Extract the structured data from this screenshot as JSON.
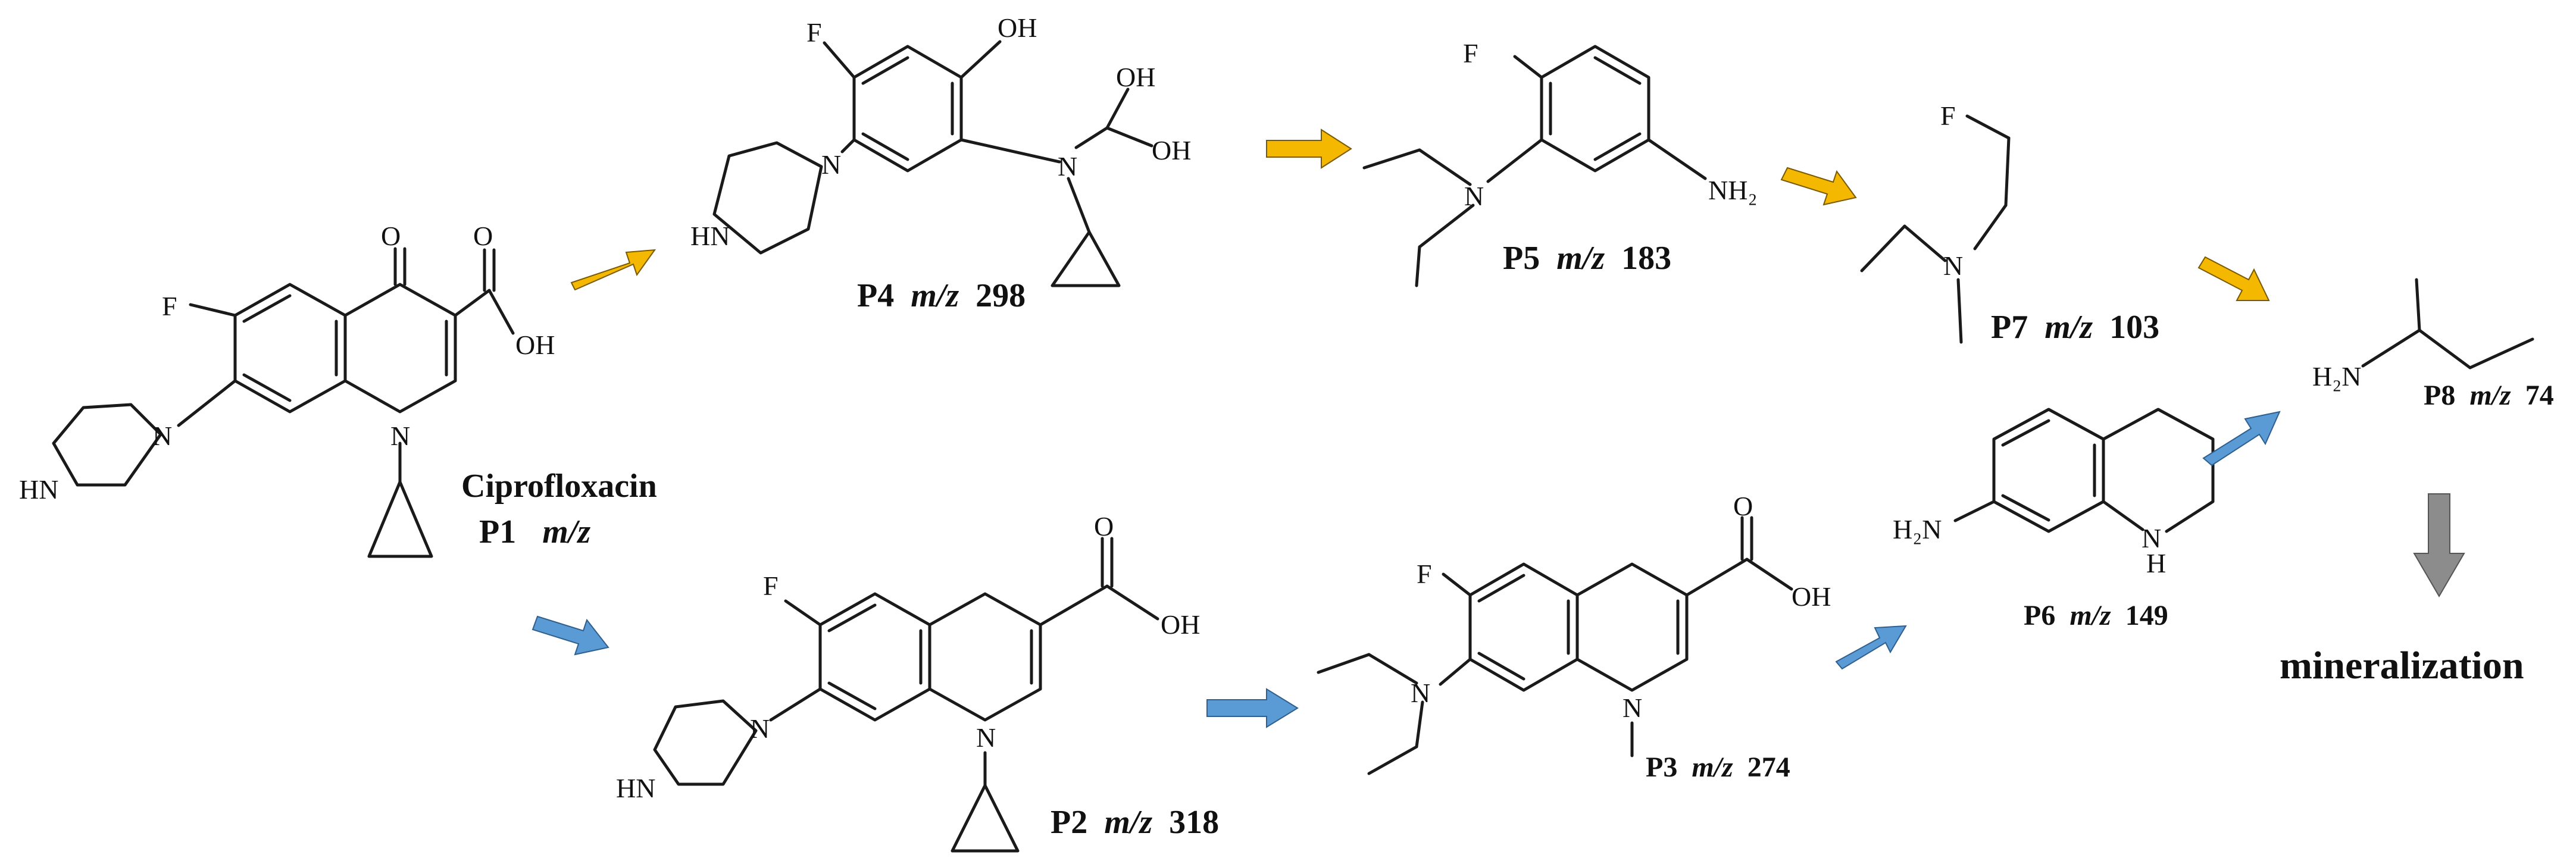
{
  "arrow_colors": {
    "upper_pathway": "#F5B800",
    "lower_pathway": "#5B9BD5",
    "final_step": "#8C8C8C"
  },
  "atoms": {
    "F": "F",
    "O": "O",
    "OH": "OH",
    "N": "N",
    "NH": "HN",
    "H_NH": "H",
    "NH2_right": "NH₂",
    "H2N_left": "H₂N"
  },
  "compounds": {
    "p1": {
      "name": "Ciprofloxacin",
      "id": "P1",
      "mz_prefix": "m/z",
      "mz": ""
    },
    "p4": {
      "id": "P4",
      "mz_prefix": "m/z",
      "mz": "298"
    },
    "p5": {
      "id": "P5",
      "mz_prefix": "m/z",
      "mz": "183"
    },
    "p7": {
      "id": "P7",
      "mz_prefix": "m/z",
      "mz": "103"
    },
    "p8": {
      "id": "P8",
      "mz_prefix": "m/z",
      "mz": "74"
    },
    "p2": {
      "id": "P2",
      "mz_prefix": "m/z",
      "mz": "318"
    },
    "p3": {
      "id": "P3",
      "mz_prefix": "m/z",
      "mz": "274"
    },
    "p6": {
      "id": "P6",
      "mz_prefix": "m/z",
      "mz": "149"
    }
  },
  "final_label": "mineralization"
}
